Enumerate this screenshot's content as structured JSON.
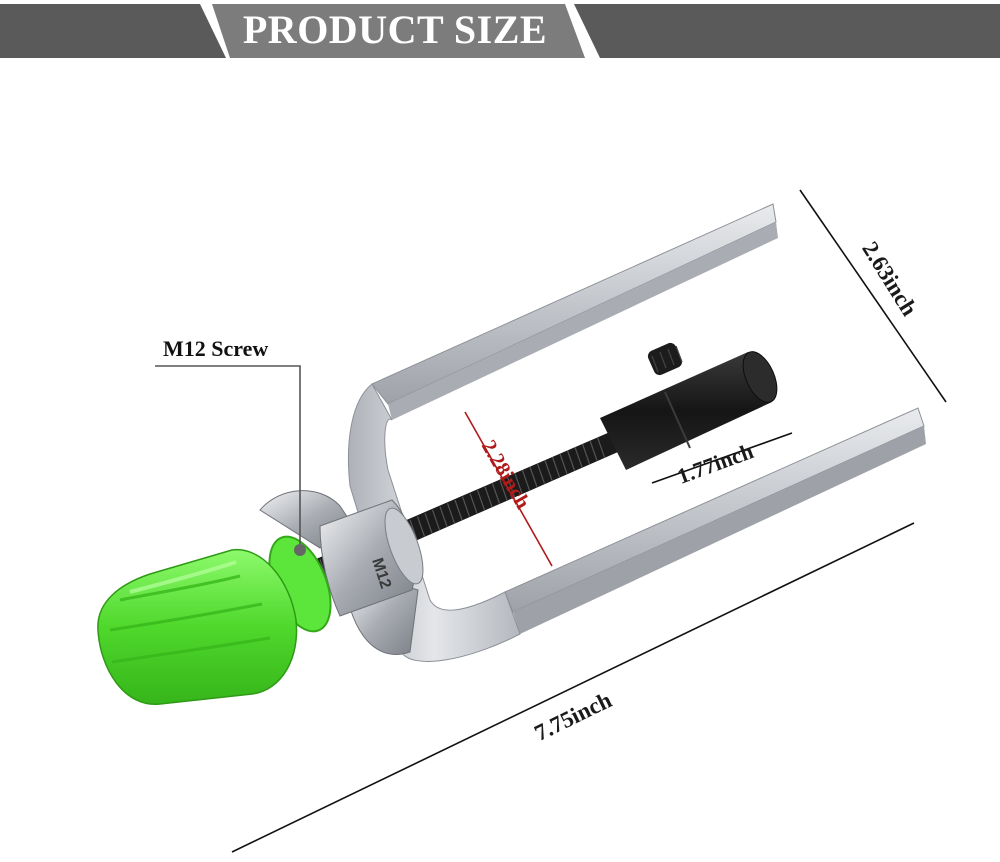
{
  "banner": {
    "title": "PRODUCT SIZE",
    "colors": {
      "dark": "#5a5a5a",
      "mid": "#7c7c7c",
      "text": "#ffffff"
    }
  },
  "product": {
    "knob_color": "#5ce63b",
    "bracket_color": "#c9ccd1",
    "rod_color": "#1b1b1b",
    "dimension_accent": "#b01a1a"
  },
  "labels": {
    "screw": "M12 Screw",
    "height": "2.63inch",
    "inner_width": "2.28inch",
    "collar_length": "1.77inch",
    "total_length": "7.75inch"
  }
}
